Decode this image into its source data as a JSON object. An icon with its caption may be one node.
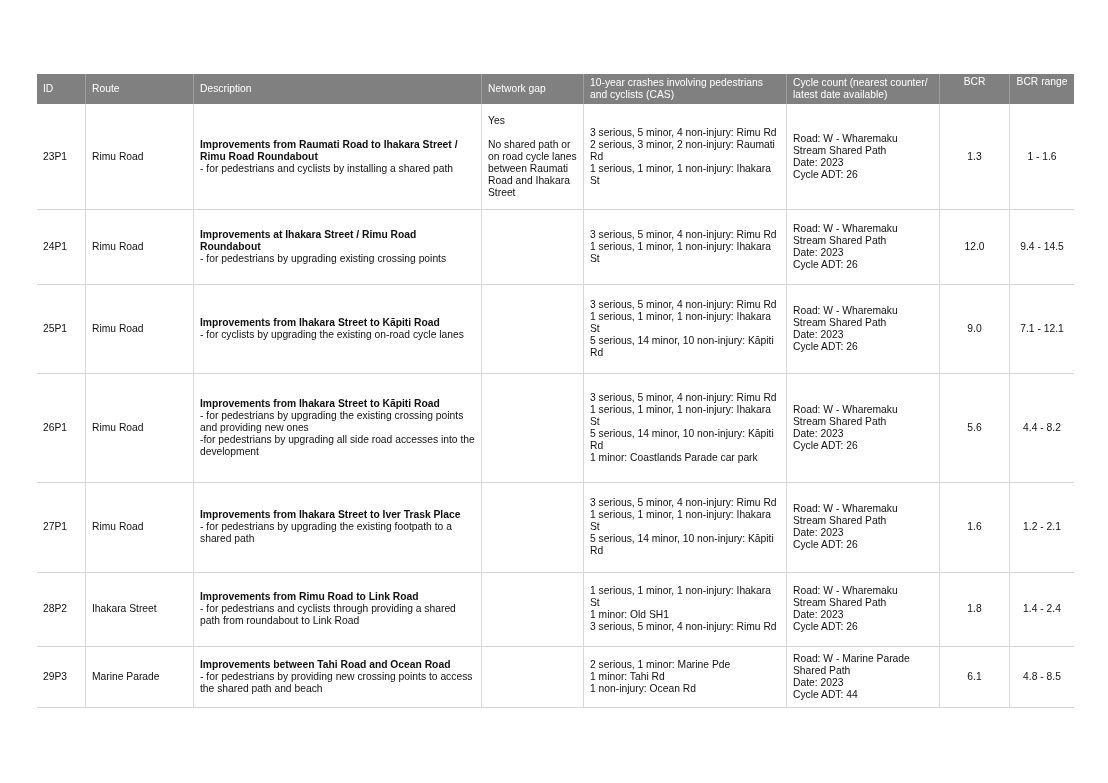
{
  "diagram": {
    "labels": [
      "ID",
      "Route",
      "Description",
      "Network gap",
      "10-year crashes involving pedestrians and cyclists (CAS)",
      "Cycle count (nearest counter/ latest date available)",
      "BCR",
      "BCR range",
      "23P1",
      "Rimu Road",
      "Improvements from Raumati Road to Ihakara Street / Rimu Road Roundabout",
      "- for pedestrians and cyclists by installing a shared path",
      "Yes",
      "No shared path or on road cycle lanes between Raumati Road and Ihakara Street",
      "3 serious, 5 minor, 4 non-injury: Rimu Rd",
      "2 serious, 3 minor, 2 non-injury: Raumati Rd",
      "1 serious, 1 minor, 1 non-injury: Ihakara St",
      "Road: W - Wharemaku Stream Shared Path",
      "Date: 2023",
      "Cycle ADT: 26",
      "1.3",
      "1 - 1.6",
      "24P1",
      "Rimu Road",
      "Improvements at Ihakara Street / Rimu Road Roundabout",
      "- for pedestrians by upgrading existing crossing points",
      "3 serious, 5 minor, 4 non-injury: Rimu Rd",
      "1 serious, 1 minor, 1 non-injury: Ihakara St",
      "Road: W - Wharemaku Stream Shared Path",
      "Date: 2023",
      "Cycle ADT: 26",
      "12.0",
      "9.4 - 14.5",
      "25P1",
      "Rimu Road",
      "Improvements from Ihakara Street to Kāpiti Road",
      "- for cyclists by upgrading the existing on-road cycle lanes",
      "3 serious, 5 minor, 4 non-injury: Rimu Rd",
      "1 serious, 1 minor, 1 non-injury: Ihakara St",
      "5 serious, 14 minor, 10 non-injury: Kāpiti Rd",
      "Road: W - Wharemaku Stream Shared Path",
      "Date: 2023",
      "Cycle ADT: 26",
      "9.0",
      "7.1 - 12.1",
      "26P1",
      "Rimu Road",
      "Improvements from Ihakara Street to Kāpiti Road",
      "- for pedestrians by upgrading the existing crossing points and providing new ones",
      "-for pedestrians by upgrading all side road accesses into the development",
      "3 serious, 5 minor, 4 non-injury: Rimu Rd",
      "1 serious, 1 minor, 1 non-injury: Ihakara St",
      "5 serious, 14 minor, 10 non-injury: Kāpiti Rd",
      "1 minor: Coastlands Parade car park",
      "Road: W - Wharemaku Stream Shared Path",
      "Date: 2023",
      "Cycle ADT: 26",
      "5.6",
      "4.4 - 8.2",
      "27P1",
      "Rimu Road",
      "Improvements from Ihakara Street to Iver Trask Place",
      "- for pedestrians by upgrading the existing footpath to a shared path",
      "3 serious, 5 minor, 4 non-injury: Rimu Rd",
      "1 serious, 1 minor, 1 non-injury: Ihakara St",
      "5 serious, 14 minor, 10 non-injury: Kāpiti Rd",
      "Road: W - Wharemaku Stream Shared Path",
      "Date: 2023",
      "Cycle ADT: 26",
      "1.6",
      "1.2 - 2.1",
      "28P2",
      "Ihakara Street",
      "Improvements from Rimu Road to Link Road",
      "- for pedestrians and cyclists through providing a shared path from roundabout to Link Road",
      "1 serious, 1 minor, 1 non-injury: Ihakara St",
      "1 minor: Old SH1",
      "3 serious, 5 minor, 4 non-injury: Rimu Rd",
      "Road: W - Wharemaku Stream Shared Path",
      "Date: 2023",
      "Cycle ADT: 26",
      "1.8",
      "1.4 - 2.4",
      "29P3",
      "Marine Parade",
      "Improvements between Tahi Road and Ocean Road",
      "- for pedestrians by providing new crossing points to access the shared path and beach",
      "2 serious, 1 minor: Marine Pde",
      "1 minor: Tahi Rd",
      "1 non-injury: Ocean Rd",
      "Road: W - Marine Parade Shared Path",
      "Date: 2023",
      "Cycle ADT: 44",
      "6.1",
      "4.8 - 8.5"
    ]
  }
}
